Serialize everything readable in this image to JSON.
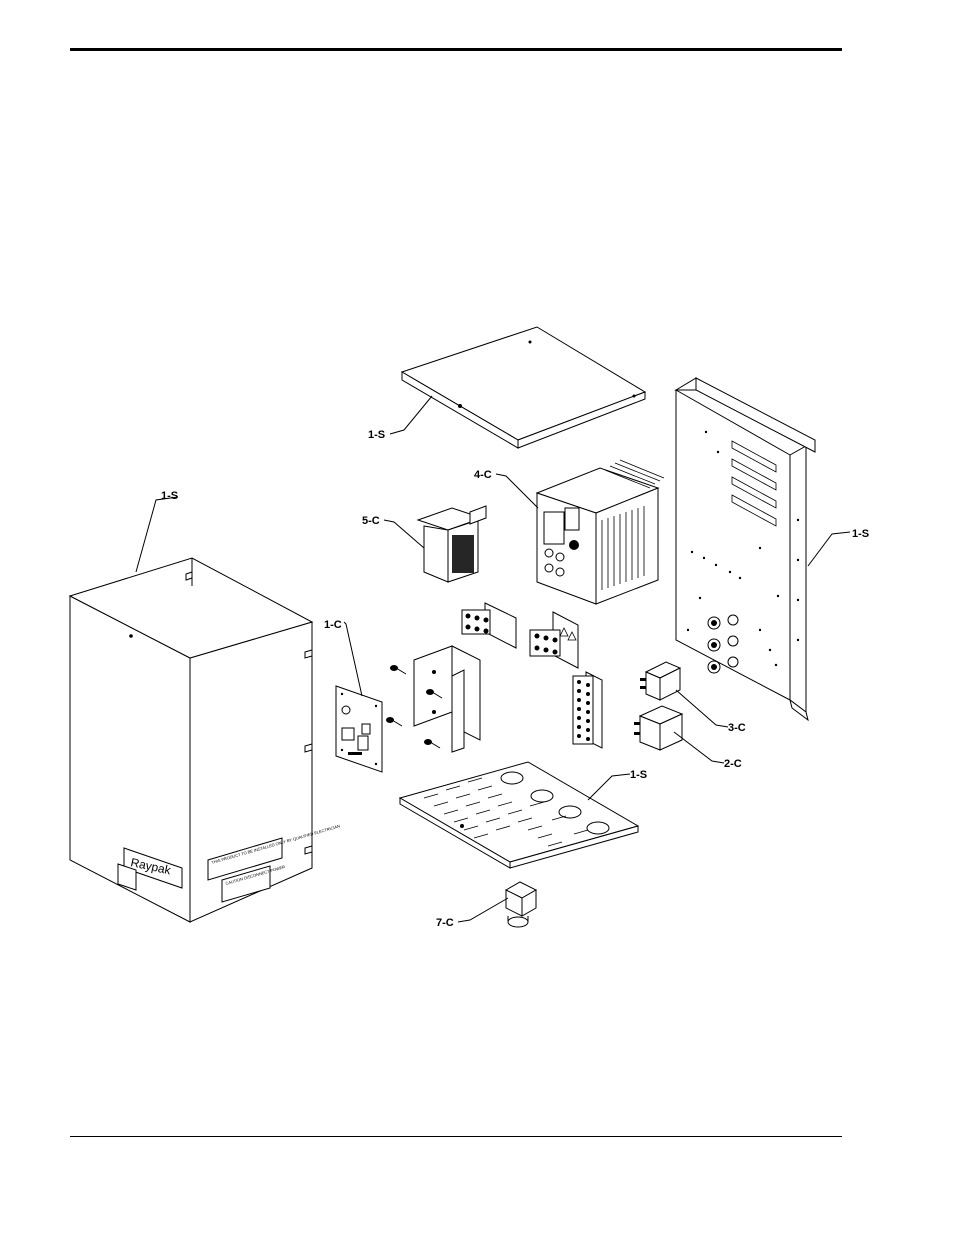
{
  "page": {
    "header_rule": true,
    "footer_rule": true
  },
  "diagram": {
    "callouts": [
      {
        "id": "cover-top",
        "label": "1-S"
      },
      {
        "id": "cover-front",
        "label": "1-S"
      },
      {
        "id": "back-panel",
        "label": "1-S"
      },
      {
        "id": "bottom-plate",
        "label": "1-S"
      },
      {
        "id": "vfd",
        "label": "4-C"
      },
      {
        "id": "transformer",
        "label": "5-C"
      },
      {
        "id": "control-board",
        "label": "1-C"
      },
      {
        "id": "relay-3",
        "label": "3-C"
      },
      {
        "id": "relay-2",
        "label": "2-C"
      },
      {
        "id": "strain-relief",
        "label": "7-C"
      }
    ],
    "brand_label": "Raypak",
    "warning_label": "THIS PRODUCT TO BE INSTALLED ONLY BY QUALIFIED ELECTRICIAN",
    "caution_label": "CAUTION DISCONNECT POWER"
  }
}
